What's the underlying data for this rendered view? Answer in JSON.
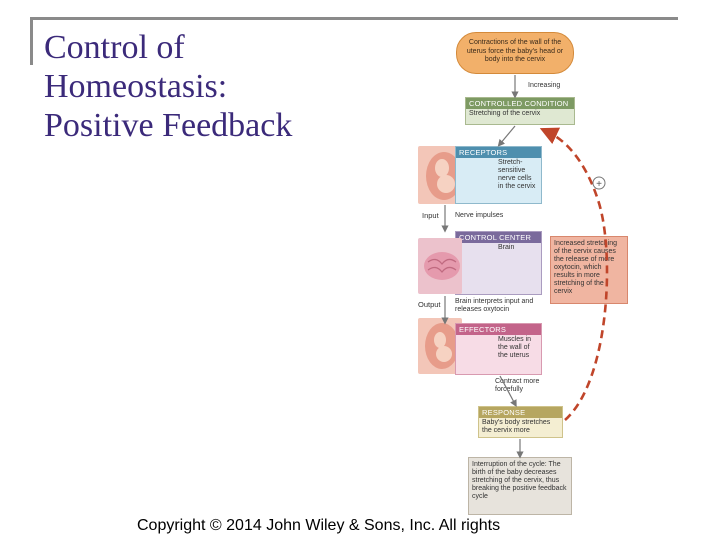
{
  "slide": {
    "title_lines": [
      "Control of",
      "Homeostasis:",
      "Positive Feedback"
    ],
    "copyright": "Copyright © 2014 John Wiley & Sons, Inc. All rights"
  },
  "diagram": {
    "stimulus": "Contractions of the wall of the uterus force the baby's head or body into the cervix",
    "stimulus_arrow_label": "Increasing",
    "controlled_condition": {
      "header": "CONTROLLED CONDITION",
      "body": "Stretching of the cervix"
    },
    "receptors": {
      "header": "RECEPTORS",
      "body": "Stretch-sensitive nerve cells in the cervix"
    },
    "input": {
      "side_label": "Input",
      "arrow_label": "Nerve impulses"
    },
    "control_center": {
      "header": "CONTROL CENTER",
      "body": "Brain"
    },
    "output": {
      "side_label": "Output",
      "arrow_label": "Brain interprets input and releases oxytocin"
    },
    "effectors": {
      "header": "EFFECTORS",
      "body": "Muscles in the wall of the uterus"
    },
    "effector_arrow_label": "Contract more forcefully",
    "response": {
      "header": "RESPONSE",
      "body": "Baby's body stretches the cervix more"
    },
    "interruption": "Interruption of the cycle: The birth of the baby decreases stretching of the cervix, thus breaking the positive feedback cycle",
    "positive_loop": "Increased stretching of the cervix causes the release of more oxytocin, which results in more stretching of the cervix",
    "plus_symbol": "+"
  },
  "colors": {
    "title": "#3b2a7a",
    "loop_arrow": "#c0452a",
    "stimulus_fill": "#f2b06a"
  }
}
